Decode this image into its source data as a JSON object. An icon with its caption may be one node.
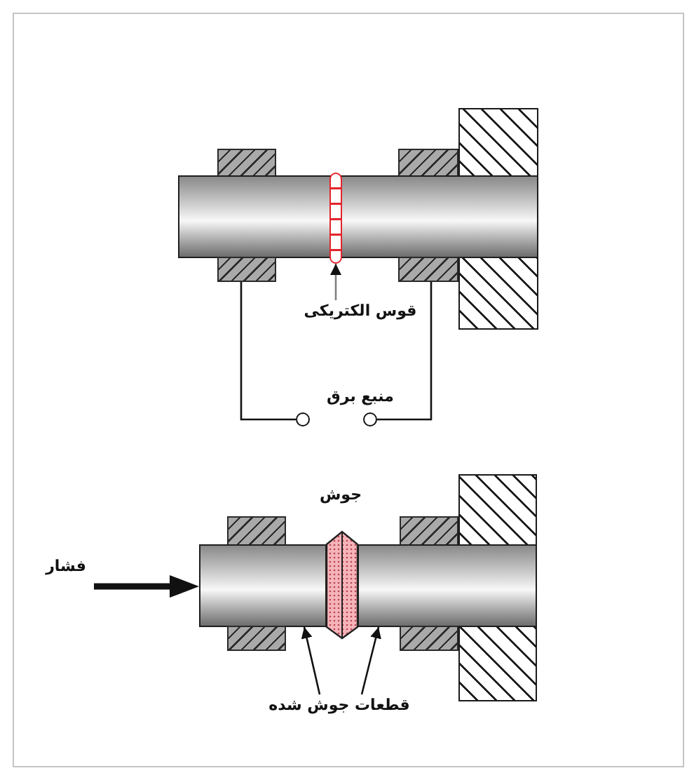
{
  "diagram": {
    "nodes": [
      {
        "text": [],
        "shape": "wall"
      },
      {
        "text": [],
        "shape": "box"
      },
      {
        "text": [],
        "shape": "box"
      },
      {
        "text": [],
        "shape": "cylinder"
      },
      {
        "text": [],
        "shape": "bar"
      },
      {
        "text": [],
        "shape": "box"
      },
      {
        "text": [],
        "shape": "box"
      },
      {
        "text": [
          "قوس الکتریکی"
        ]
      },
      {
        "text": [],
        "shape": "circle"
      },
      {
        "text": [],
        "shape": "circle"
      },
      {
        "text": [],
        "shape": "wall"
      },
      {
        "text": [],
        "shape": "box"
      },
      {
        "text": [],
        "shape": "box"
      },
      {
        "text": [],
        "shape": "cylinder"
      },
      {
        "text": [],
        "shape": "cylinder"
      },
      {
        "text": [],
        "shape": "box"
      },
      {
        "text": [],
        "shape": "box"
      },
      {
        "text": [
          "قطعات جوش شده"
        ]
      }
    ],
    "edges": [
      {
        "from": 7,
        "to": 4,
        "arrow": "to",
        "color": "#808080"
      },
      {
        "from": 5,
        "to": 8,
        "arrow": "none"
      },
      {
        "from": 6,
        "to": 9,
        "arrow": "none"
      },
      {
        "from": 17,
        "to": 13,
        "arrow": "to"
      },
      {
        "from": 17,
        "to": 14,
        "arrow": "to"
      }
    ],
    "labels": [
      "منبع برق",
      "جوش",
      "فشار"
    ]
  }
}
